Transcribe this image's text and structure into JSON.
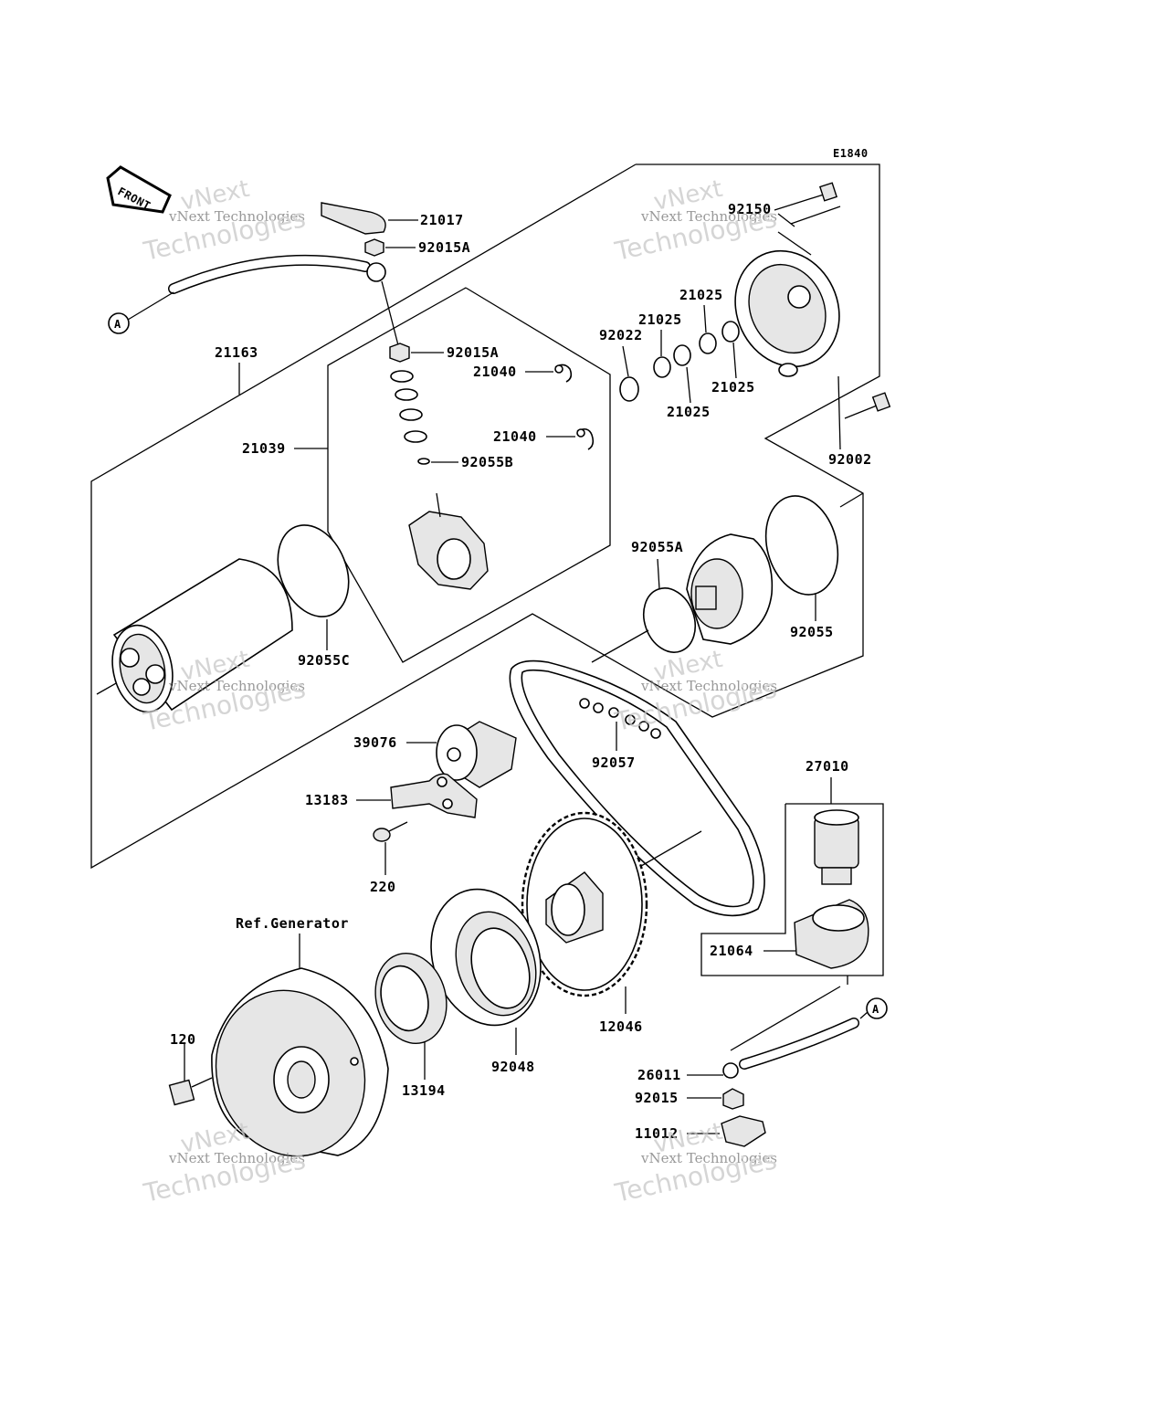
{
  "diagram_code": "E1840",
  "front_label": "FRONT",
  "connector_label": "A",
  "ref_label": "Ref.Generator",
  "watermark": {
    "top": "vNext",
    "middle": "vNext Technologies",
    "bottom": "Technologies"
  },
  "parts": {
    "p21017": "21017",
    "p92015A_top": "92015A",
    "p92015A": "92015A",
    "p21163": "21163",
    "p21039": "21039",
    "p21040_a": "21040",
    "p21040_b": "21040",
    "p92055B": "92055B",
    "p92150": "92150",
    "p21025_a": "21025",
    "p21025_b": "21025",
    "p21025_c": "21025",
    "p21025_d": "21025",
    "p92022": "92022",
    "p92002": "92002",
    "p92055A": "92055A",
    "p92055": "92055",
    "p92055C": "92055C",
    "p39076": "39076",
    "p92057": "92057",
    "p27010": "27010",
    "p13183": "13183",
    "p220": "220",
    "p21064": "21064",
    "p12046": "12046",
    "p120": "120",
    "p13194": "13194",
    "p92048": "92048",
    "p26011": "26011",
    "p92015": "92015",
    "p11012": "11012"
  }
}
